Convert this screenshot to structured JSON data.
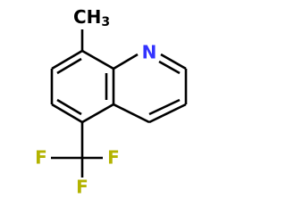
{
  "molecule": {
    "atoms": {
      "methyl": {
        "main": "CH",
        "sub": "3"
      },
      "nitrogen": "N",
      "fluorine_left": "F",
      "fluorine_right": "F",
      "fluorine_bottom": "F"
    }
  },
  "colors": {
    "bond": "#000000",
    "carbon_label": "#000000",
    "nitrogen": "#3333ff",
    "fluorine": "#b3b300"
  }
}
